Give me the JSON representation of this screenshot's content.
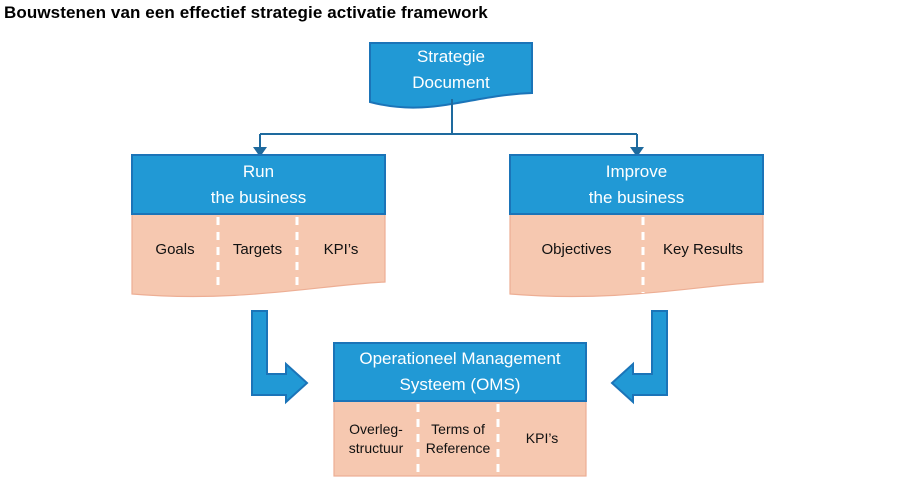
{
  "title": "Bouwstenen van een effectief strategie activatie framework",
  "colors": {
    "node_blue": "#2199D5",
    "node_blue_border": "#1B74B8",
    "connector_blue": "#1E6A9E",
    "body_peach": "#F6C8B0",
    "body_peach_border": "#EDAE94",
    "divider_white": "#FFFFFF",
    "header_text": "#FFFFFF",
    "cell_text": "#111111",
    "title_text": "#000000"
  },
  "nodes": {
    "strategie_document": {
      "line1": "Strategie",
      "line2": "Document"
    },
    "run_the_business": {
      "line1": "Run",
      "line2": "the business",
      "cells": [
        "Goals",
        "Targets",
        "KPI’s"
      ]
    },
    "improve_the_business": {
      "line1": "Improve",
      "line2": "the business",
      "cells": [
        "Objectives",
        "Key Results"
      ]
    },
    "oms": {
      "line1": "Operationeel Management",
      "line2": "Systeem (OMS)",
      "cells": [
        {
          "line1": "Overleg-",
          "line2": "structuur"
        },
        {
          "line1": "Terms of",
          "line2": "Reference"
        },
        "KPI’s"
      ]
    }
  }
}
